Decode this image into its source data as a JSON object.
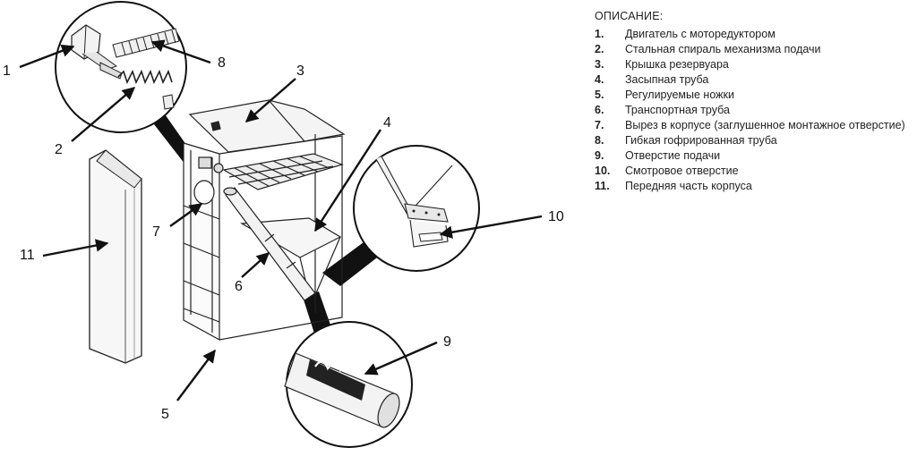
{
  "legend": {
    "title": "ОПИСАНИЕ:",
    "items": [
      {
        "num": "1.",
        "text": "Двигатель с моторедуктором"
      },
      {
        "num": "2.",
        "text": "Стальная спираль механизма подачи"
      },
      {
        "num": "3.",
        "text": "Крышка резервуара"
      },
      {
        "num": "4.",
        "text": "Засыпная труба"
      },
      {
        "num": "5.",
        "text": "Регулируемые ножки"
      },
      {
        "num": "6.",
        "text": "Транспортная труба"
      },
      {
        "num": "7.",
        "text": "Вырез в корпусе (заглушенное монтажное отверстие)"
      },
      {
        "num": "8.",
        "text": "Гибкая гофрированная труба"
      },
      {
        "num": "9.",
        "text": "Отверстие подачи"
      },
      {
        "num": "10.",
        "text": "Смотровое отверстие"
      },
      {
        "num": "11.",
        "text": "Передняя часть корпуса"
      }
    ]
  },
  "callouts": [
    "1",
    "2",
    "3",
    "4",
    "5",
    "6",
    "7",
    "8",
    "9",
    "10",
    "11"
  ]
}
